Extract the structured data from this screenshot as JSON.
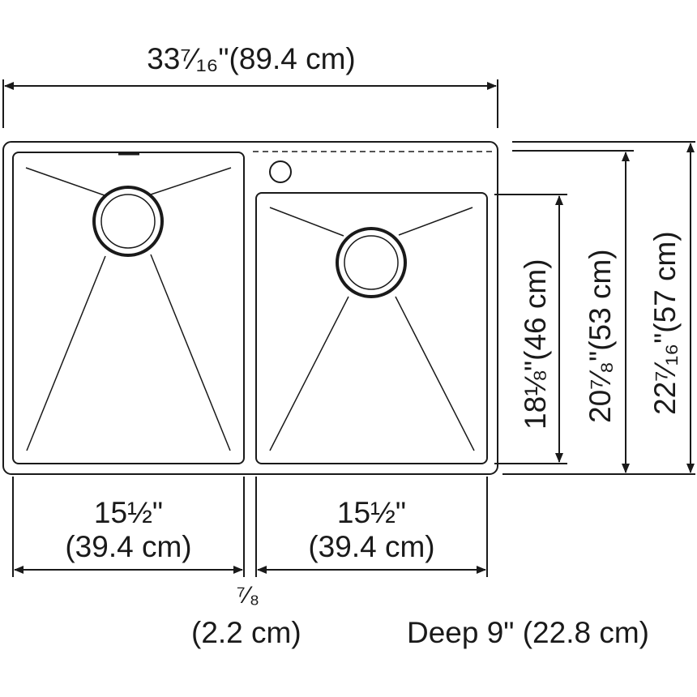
{
  "overall_width": "33⁷⁄₁₆\"(89.4 cm)",
  "left_bowl_width": {
    "imperial": "15½\"",
    "metric": "(39.4 cm)"
  },
  "right_bowl_width": {
    "imperial": "15½\"",
    "metric": "(39.4 cm)"
  },
  "divider_width": {
    "imperial": "⁷⁄₈",
    "metric": "(2.2 cm)"
  },
  "depth": "Deep 9\" (22.8 cm)",
  "right_bowl_length": "18⅛\"(46 cm)",
  "bowl_length": "20⁷⁄₈\"(53 cm)",
  "overall_length": "22⁷⁄₁₆\"(57 cm)",
  "colors": {
    "line": "#1a1a1a"
  }
}
